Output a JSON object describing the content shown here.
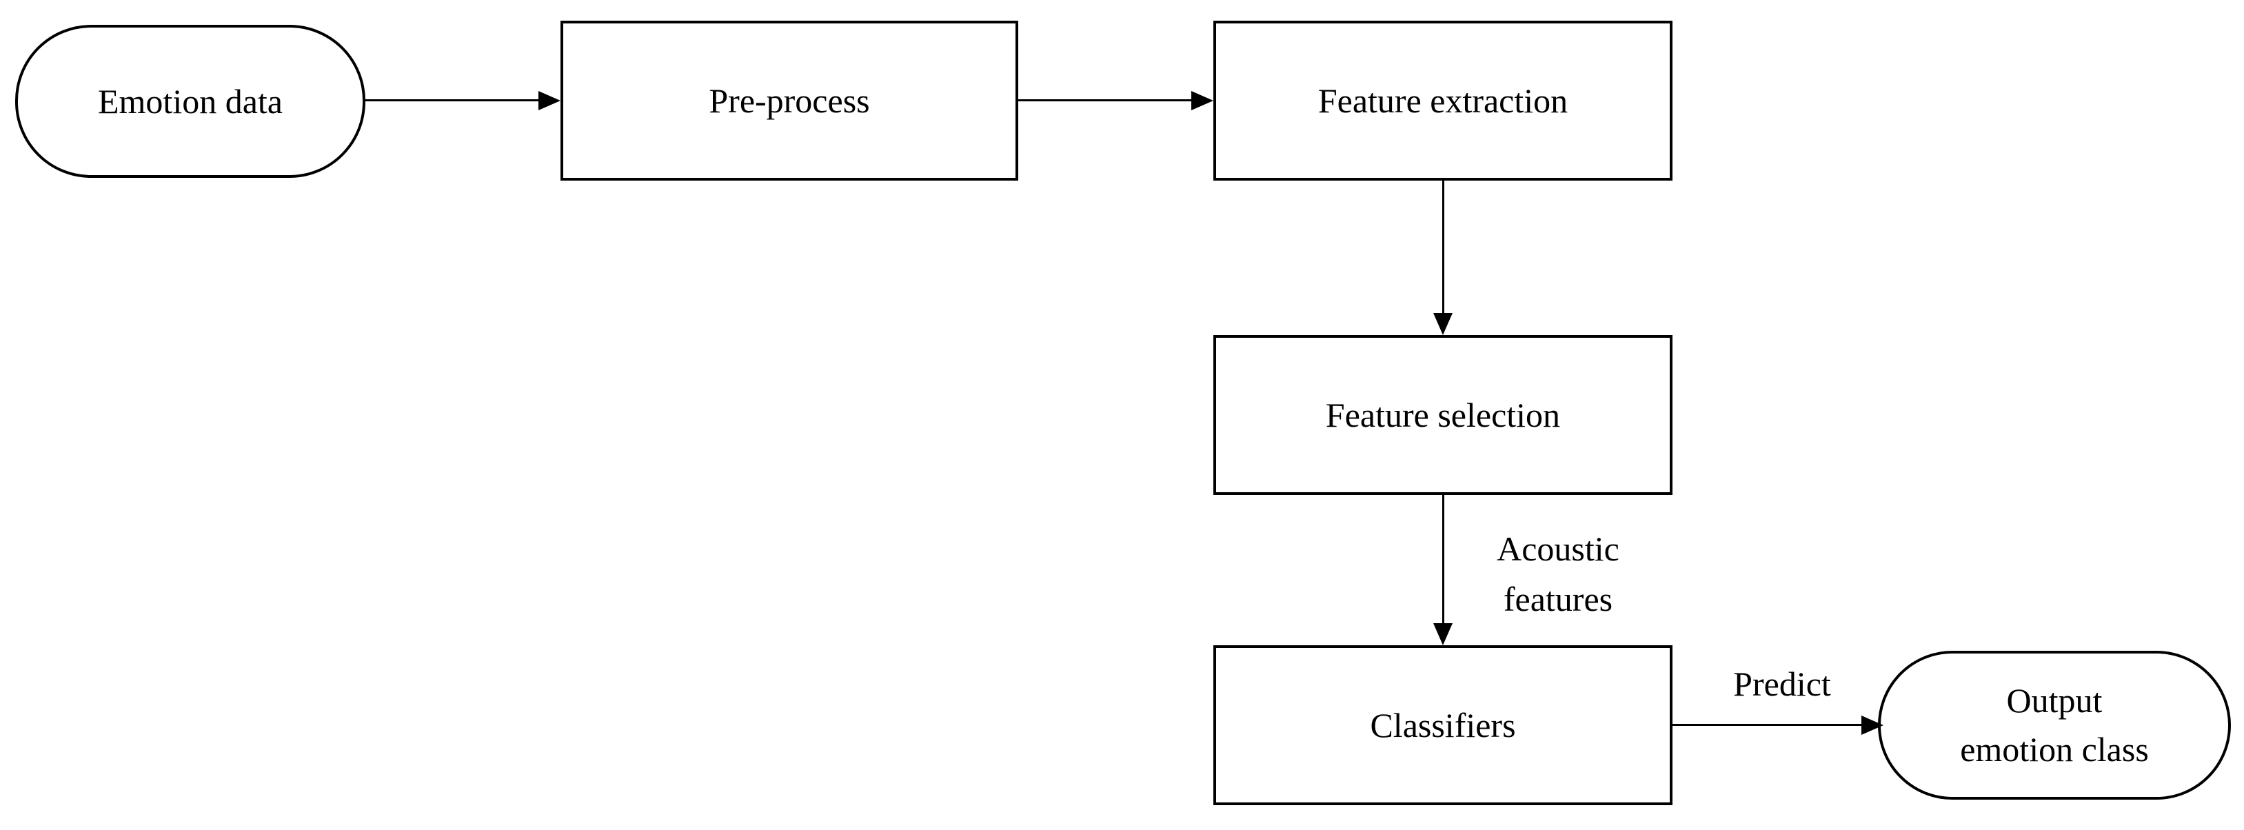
{
  "colors": {
    "stroke": "#000000",
    "background": "#ffffff",
    "text": "#000000"
  },
  "diagram": {
    "type": "flowchart",
    "nodes": [
      {
        "id": "emotion-data",
        "shape": "stadium",
        "label": "Emotion data"
      },
      {
        "id": "pre-process",
        "shape": "rectangle",
        "label": "Pre-process"
      },
      {
        "id": "feature-extraction",
        "shape": "rectangle",
        "label": "Feature extraction"
      },
      {
        "id": "feature-selection",
        "shape": "rectangle",
        "label": "Feature selection"
      },
      {
        "id": "classifiers",
        "shape": "rectangle",
        "label": "Classifiers"
      },
      {
        "id": "output-emotion-class",
        "shape": "stadium",
        "label": "Output emotion class"
      }
    ],
    "edges": [
      {
        "from": "emotion-data",
        "to": "pre-process",
        "direction": "right",
        "label": ""
      },
      {
        "from": "pre-process",
        "to": "feature-extraction",
        "direction": "right",
        "label": ""
      },
      {
        "from": "feature-extraction",
        "to": "feature-selection",
        "direction": "down",
        "label": ""
      },
      {
        "from": "feature-selection",
        "to": "classifiers",
        "direction": "down",
        "label": "Acoustic features"
      },
      {
        "from": "classifiers",
        "to": "output-emotion-class",
        "direction": "right",
        "label": "Predict"
      }
    ]
  }
}
